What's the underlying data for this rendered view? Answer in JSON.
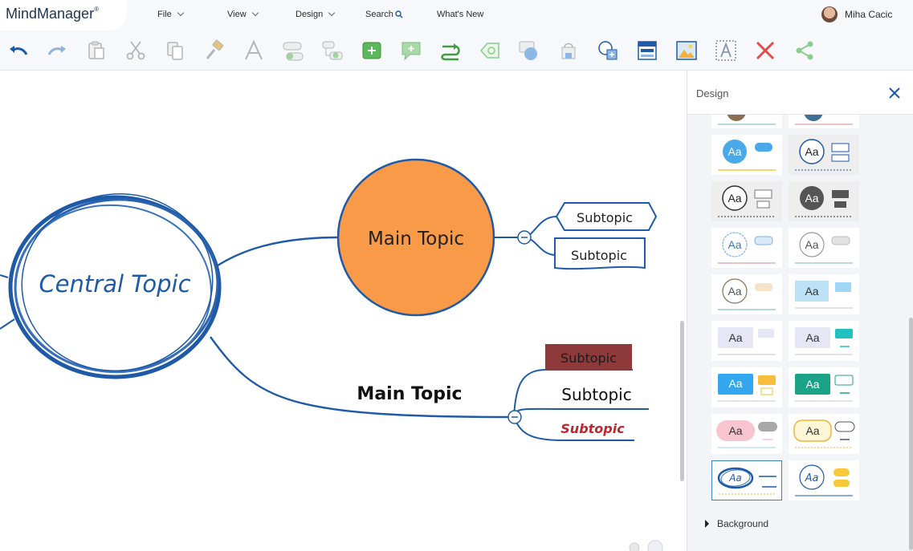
{
  "app": {
    "name": "MindManager",
    "mark": "®"
  },
  "menu": [
    {
      "label": "File",
      "has_dropdown": true
    },
    {
      "label": "View",
      "has_dropdown": true
    },
    {
      "label": "Design",
      "has_dropdown": true
    },
    {
      "label": "Search",
      "has_dropdown": false,
      "icon": "search-icon"
    },
    {
      "label": "What's New",
      "has_dropdown": false
    }
  ],
  "user": {
    "name": "Miha Cacic",
    "icon": "avatar"
  },
  "toolbar": {
    "icons": [
      "undo-icon",
      "redo-icon",
      "paste-icon",
      "cut-icon",
      "copy-icon",
      "format-painter-icon",
      "font-icon",
      "add-topic-icon",
      "add-subtopic-icon",
      "add-callout-icon",
      "add-comment-icon",
      "add-relationship-icon",
      "add-tag-icon",
      "add-boundary-icon",
      "bucket-fill-icon",
      "insert-shape-icon",
      "insert-table-icon",
      "insert-image-icon",
      "text-box-icon",
      "delete-icon",
      "share-icon"
    ]
  },
  "map": {
    "central": "Central Topic",
    "main_upper": "Main Topic",
    "main_lower": "Main Topic",
    "sub_upper_1": "Subtopic",
    "sub_upper_2": "Subtopic",
    "sub_lower_1": "Subtopic",
    "sub_lower_2": "Subtopic",
    "sub_lower_3": "Subtopic"
  },
  "panel": {
    "title": "Design",
    "thumb_text": "Aa",
    "background_label": "Background",
    "selected_theme": "Hand-drawn (row 9, column 1)"
  },
  "colors": {
    "accent_blue": "#1e5aa8",
    "orange_topic": "#f99a48",
    "red_subtopic_fill": "#8e3a3a",
    "red_subtopic_text": "#c0262c",
    "toolbar_green": "#5cb85c",
    "delete_red": "#e04b4b"
  }
}
